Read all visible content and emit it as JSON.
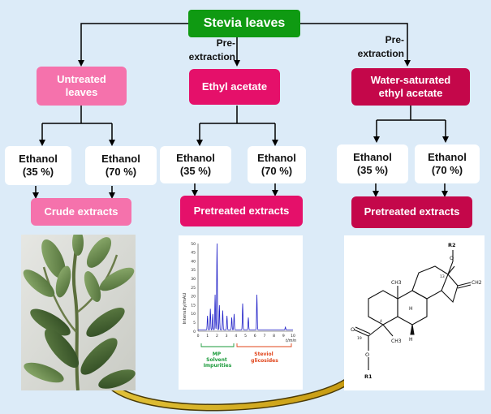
{
  "root": "Stevia leaves",
  "pre_extraction_label": "Pre-\nextraction",
  "branches": [
    {
      "treatment": "Untreated\nleaves",
      "ethanol_1": "Ethanol\n(35 %)",
      "ethanol_2": "Ethanol\n(70 %)",
      "result": "Crude extracts"
    },
    {
      "treatment": "Ethyl acetate",
      "ethanol_1": "Ethanol\n(35 %)",
      "ethanol_2": "Ethanol\n(70 %)",
      "result": "Pretreated extracts"
    },
    {
      "treatment": "Water-saturated\nethyl acetate",
      "ethanol_1": "Ethanol\n(35 %)",
      "ethanol_2": "Ethanol\n(70 %)",
      "result": "Pretreated extracts"
    }
  ],
  "chromatogram": {
    "y_label": "Intensity/mAU",
    "x_label": "t/min",
    "y_ticks": [
      "50",
      "45",
      "40",
      "35",
      "30",
      "25",
      "20",
      "15",
      "10",
      "5",
      "0"
    ],
    "x_ticks": [
      "0",
      "1",
      "2",
      "3",
      "4",
      "5",
      "6",
      "7",
      "8",
      "9",
      "10"
    ],
    "group_1": "MP\nSolvent\nImpurities",
    "group_2": "Steviol\nglicosides"
  },
  "structure": {
    "r1": "R1",
    "r2": "R2",
    "ch3_top": "CH3",
    "ch3_bottom": "CH3",
    "ch2": "CH2",
    "h_1": "H",
    "h_2": "H",
    "num_13": "13",
    "num_4": "4",
    "num_19": "19"
  },
  "colors": {
    "background": "#dcebf8",
    "root": "#0f9a12",
    "untreated": "#f572ac",
    "ethyl_acetate": "#e5106a",
    "water_saturated": "#c4074a",
    "chromatogram_trace": "#2020c8",
    "group_1": "#1a9a3a",
    "group_2": "#e0441a",
    "arrow": "#d7b21c"
  }
}
